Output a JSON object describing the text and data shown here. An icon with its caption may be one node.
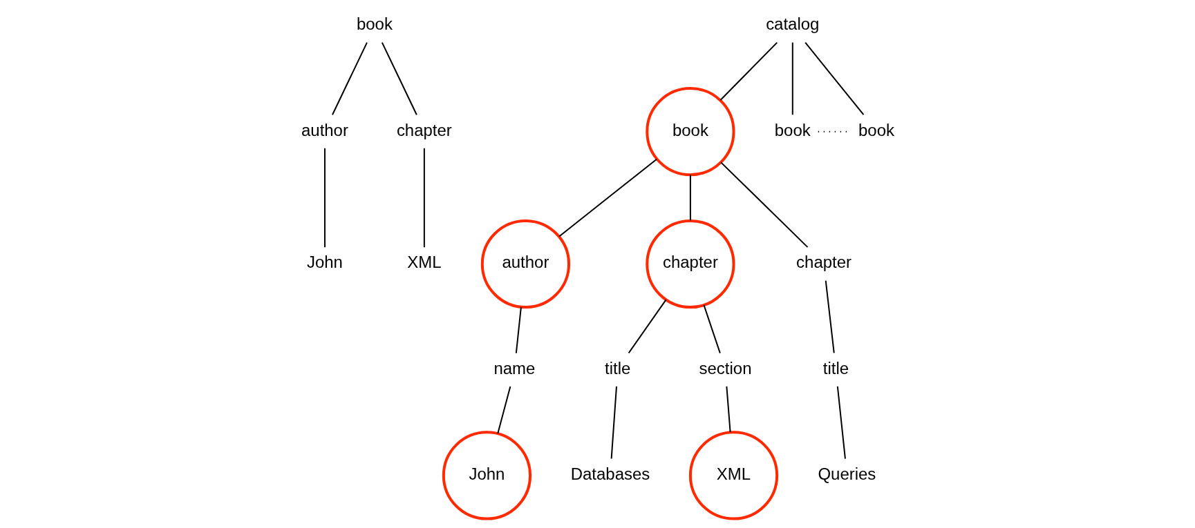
{
  "diagram": {
    "nodes": [
      {
        "text": [
          "book"
        ]
      },
      {
        "text": [
          "author"
        ]
      },
      {
        "text": [
          "chapter"
        ]
      },
      {
        "text": [
          "John"
        ]
      },
      {
        "text": [
          "XML"
        ]
      },
      {
        "text": [
          "catalog"
        ]
      },
      {
        "text": [
          "book"
        ]
      },
      {
        "text": [
          "book"
        ]
      },
      {
        "text": [
          "book"
        ]
      },
      {
        "text": [
          "author"
        ]
      },
      {
        "text": [
          "chapter"
        ]
      },
      {
        "text": [
          "chapter"
        ]
      },
      {
        "text": [
          "name"
        ]
      },
      {
        "text": [
          "title"
        ]
      },
      {
        "text": [
          "section"
        ]
      },
      {
        "text": [
          "title"
        ]
      },
      {
        "text": [
          "John"
        ]
      },
      {
        "text": [
          "Databases"
        ]
      },
      {
        "text": [
          "XML"
        ]
      },
      {
        "text": [
          "Queries"
        ]
      }
    ],
    "edges": [
      {
        "from": 0,
        "to": 1,
        "arrow": "none"
      },
      {
        "from": 0,
        "to": 2,
        "arrow": "none"
      },
      {
        "from": 1,
        "to": 3,
        "arrow": "none"
      },
      {
        "from": 2,
        "to": 4,
        "arrow": "none"
      },
      {
        "from": 5,
        "to": 6,
        "arrow": "none"
      },
      {
        "from": 5,
        "to": 7,
        "arrow": "none"
      },
      {
        "from": 5,
        "to": 8,
        "arrow": "none"
      },
      {
        "from": 7,
        "to": 8,
        "arrow": "none",
        "style": "dashed"
      },
      {
        "from": 6,
        "to": 9,
        "arrow": "none"
      },
      {
        "from": 6,
        "to": 10,
        "arrow": "none"
      },
      {
        "from": 6,
        "to": 11,
        "arrow": "none"
      },
      {
        "from": 9,
        "to": 12,
        "arrow": "none"
      },
      {
        "from": 10,
        "to": 13,
        "arrow": "none"
      },
      {
        "from": 10,
        "to": 14,
        "arrow": "none"
      },
      {
        "from": 11,
        "to": 15,
        "arrow": "none"
      },
      {
        "from": 12,
        "to": 16,
        "arrow": "none"
      },
      {
        "from": 13,
        "to": 17,
        "arrow": "none"
      },
      {
        "from": 14,
        "to": 18,
        "arrow": "none"
      },
      {
        "from": 15,
        "to": 19,
        "arrow": "none"
      }
    ]
  }
}
